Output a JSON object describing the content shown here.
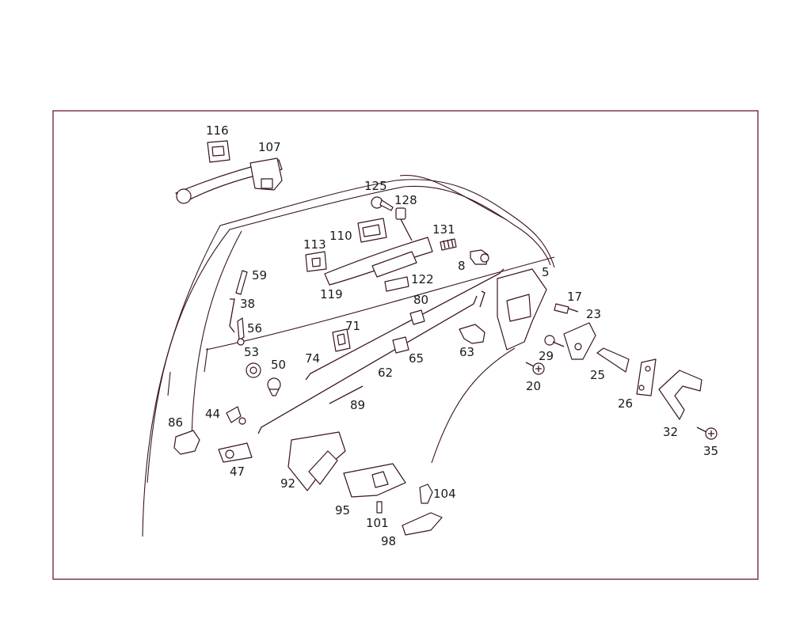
{
  "parts": [
    {
      "id": "p116",
      "label": "116"
    },
    {
      "id": "p107",
      "label": "107"
    },
    {
      "id": "p125",
      "label": "125"
    },
    {
      "id": "p128",
      "label": "128"
    },
    {
      "id": "p110",
      "label": "110"
    },
    {
      "id": "p113",
      "label": "113"
    },
    {
      "id": "p131",
      "label": "131"
    },
    {
      "id": "p8",
      "label": "8"
    },
    {
      "id": "p5",
      "label": "5"
    },
    {
      "id": "p122",
      "label": "122"
    },
    {
      "id": "p119",
      "label": "119"
    },
    {
      "id": "p59",
      "label": "59"
    },
    {
      "id": "p38",
      "label": "38"
    },
    {
      "id": "p56",
      "label": "56"
    },
    {
      "id": "p80",
      "label": "80"
    },
    {
      "id": "p71",
      "label": "71"
    },
    {
      "id": "p17",
      "label": "17"
    },
    {
      "id": "p23",
      "label": "23"
    },
    {
      "id": "p63",
      "label": "63"
    },
    {
      "id": "p29",
      "label": "29"
    },
    {
      "id": "p53",
      "label": "53"
    },
    {
      "id": "p50",
      "label": "50"
    },
    {
      "id": "p74",
      "label": "74"
    },
    {
      "id": "p65",
      "label": "65"
    },
    {
      "id": "p62",
      "label": "62"
    },
    {
      "id": "p20",
      "label": "20"
    },
    {
      "id": "p25",
      "label": "25"
    },
    {
      "id": "p89",
      "label": "89"
    },
    {
      "id": "p26",
      "label": "26"
    },
    {
      "id": "p44",
      "label": "44"
    },
    {
      "id": "p86",
      "label": "86"
    },
    {
      "id": "p32",
      "label": "32"
    },
    {
      "id": "p35",
      "label": "35"
    },
    {
      "id": "p47",
      "label": "47"
    },
    {
      "id": "p92",
      "label": "92"
    },
    {
      "id": "p104",
      "label": "104"
    },
    {
      "id": "p95",
      "label": "95"
    },
    {
      "id": "p101",
      "label": "101"
    },
    {
      "id": "p98",
      "label": "98"
    }
  ]
}
